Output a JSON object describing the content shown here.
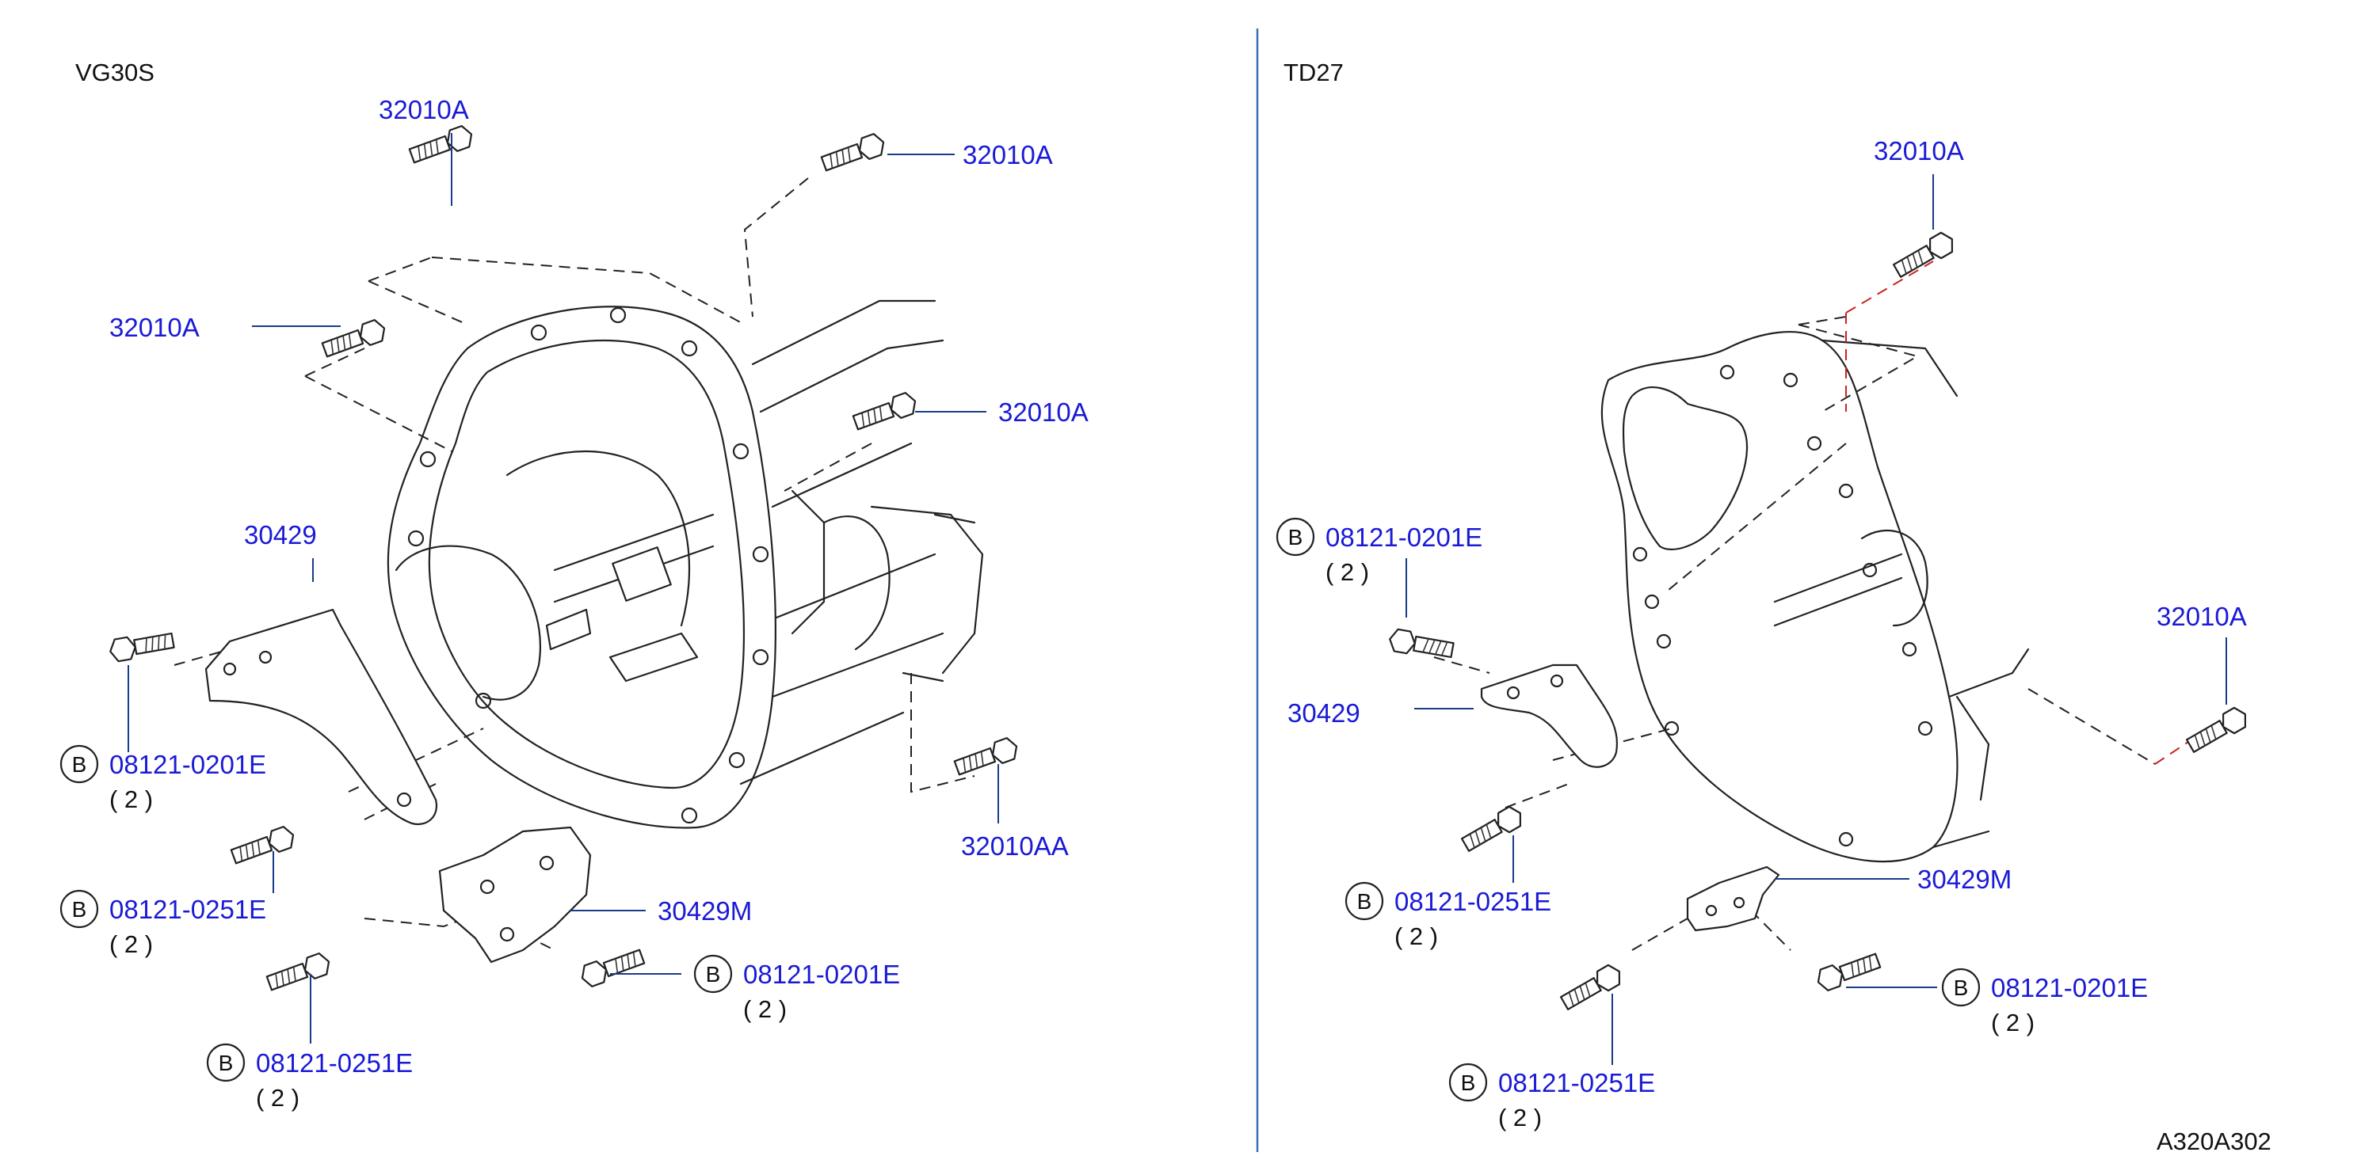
{
  "sections": {
    "left_title": "VG30S",
    "right_title": "TD27"
  },
  "left_labels": {
    "bolt_top": "32010A",
    "bolt_top_right": "32010A",
    "bolt_left": "32010A",
    "bolt_mid_right": "32010A",
    "bolt_lower_right": "32010AA",
    "bracket": "30429",
    "bracket_lower": "30429M",
    "bolt_a_part": "08121-0201E",
    "bolt_a_qty": "( 2 )",
    "bolt_b_part": "08121-0251E",
    "bolt_b_qty": "( 2 )",
    "bolt_c_part": "08121-0201E",
    "bolt_c_qty": "( 2 )",
    "bolt_d_part": "08121-0251E",
    "bolt_d_qty": "( 2 )"
  },
  "right_labels": {
    "bolt_top": "32010A",
    "bolt_right": "32010A",
    "bracket": "30429",
    "bracket_lower": "30429M",
    "bolt_a_part": "08121-0201E",
    "bolt_a_qty": "( 2 )",
    "bolt_b_part": "08121-0251E",
    "bolt_b_qty": "( 2 )",
    "bolt_c_part": "08121-0201E",
    "bolt_c_qty": "( 2 )",
    "bolt_d_part": "08121-0251E",
    "bolt_d_qty": "( 2 )"
  },
  "marker": "B",
  "diagram_code": "A320A302"
}
